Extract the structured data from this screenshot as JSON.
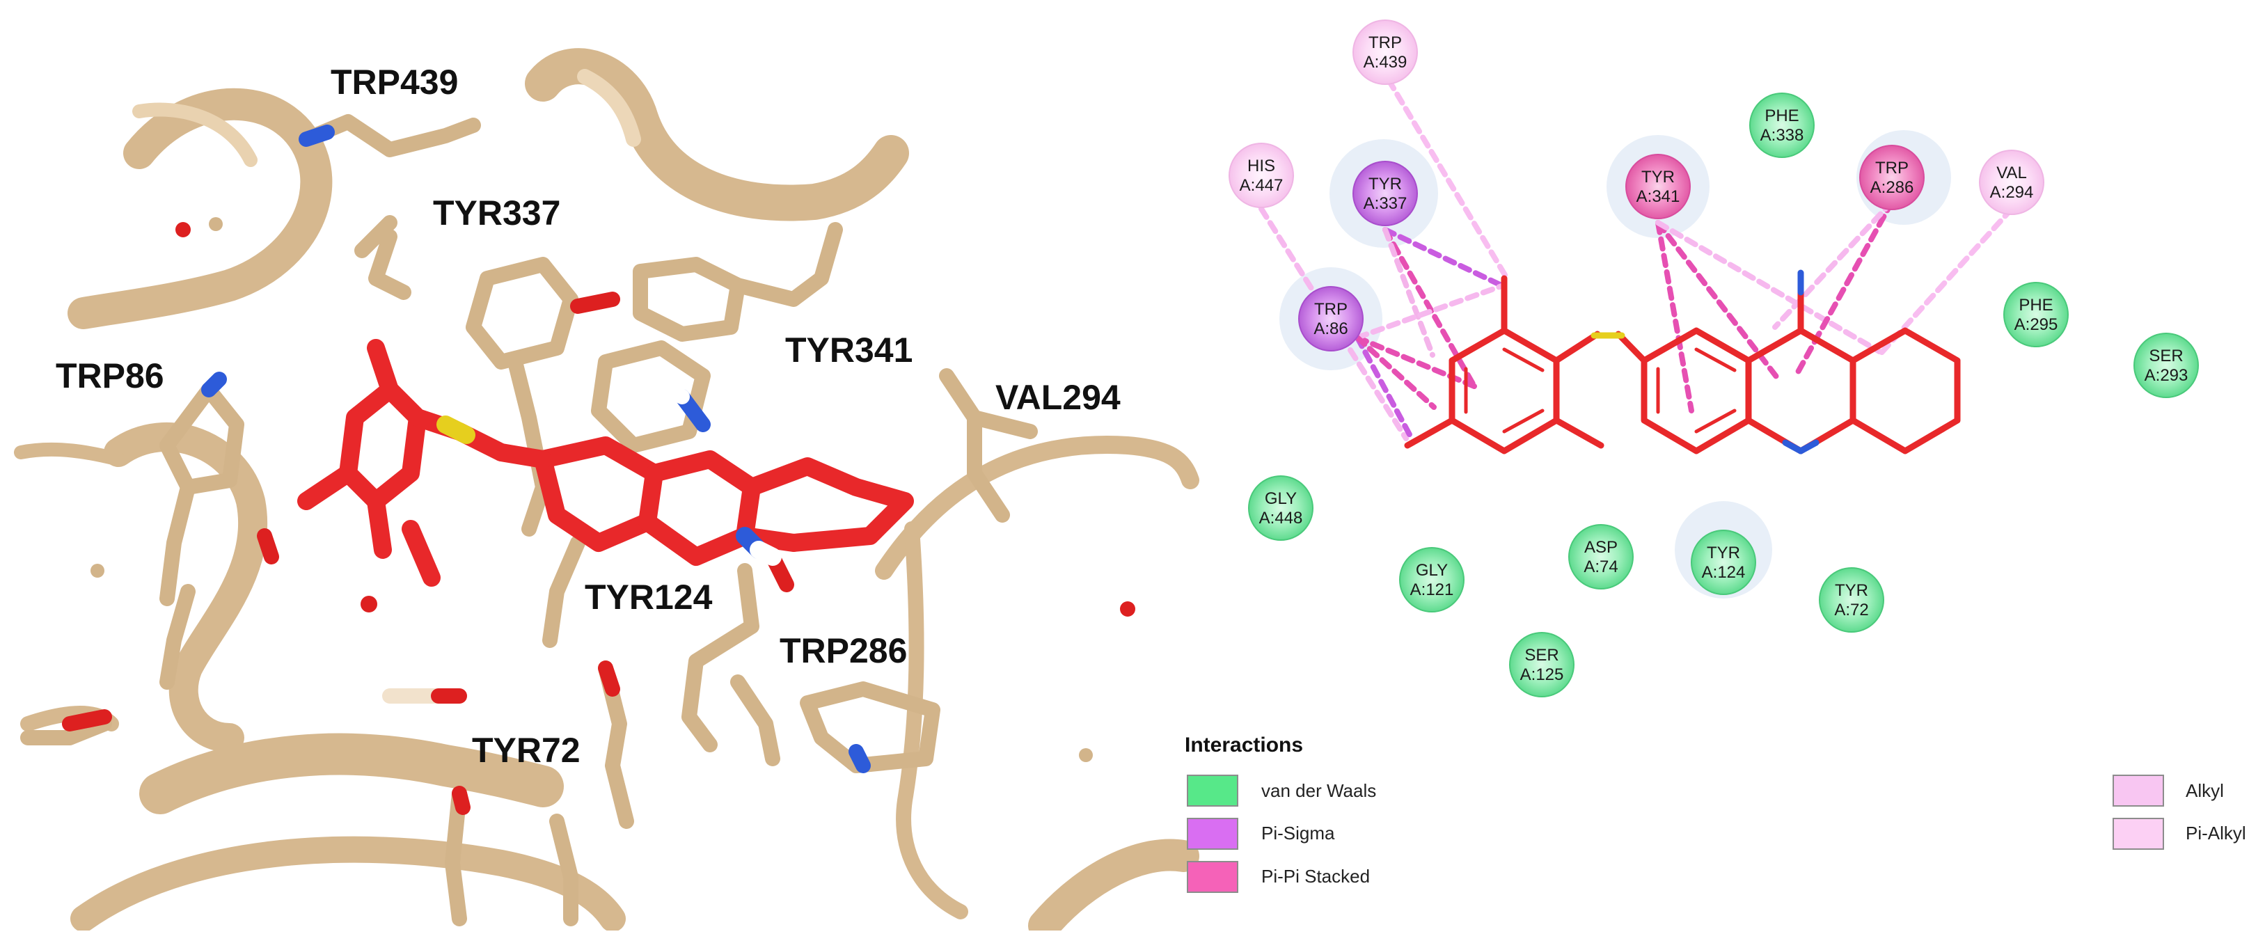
{
  "structure_view": {
    "labels": [
      "TRP439",
      "TYR337",
      "TRP86",
      "TYR341",
      "VAL294",
      "TYR124",
      "TRP286",
      "TYR72"
    ]
  },
  "interaction_diagram": {
    "residues": [
      {
        "name": "TRP",
        "id": "A:439",
        "kind": "pi-alkyl"
      },
      {
        "name": "HIS",
        "id": "A:447",
        "kind": "pi-alkyl"
      },
      {
        "name": "TYR",
        "id": "A:337",
        "kind": "pi-sigma"
      },
      {
        "name": "PHE",
        "id": "A:338",
        "kind": "vdw"
      },
      {
        "name": "TYR",
        "id": "A:341",
        "kind": "pi-pi"
      },
      {
        "name": "TRP",
        "id": "A:286",
        "kind": "pi-pi"
      },
      {
        "name": "VAL",
        "id": "A:294",
        "kind": "pi-alkyl"
      },
      {
        "name": "TRP",
        "id": "A:86",
        "kind": "pi-sigma"
      },
      {
        "name": "PHE",
        "id": "A:295",
        "kind": "vdw"
      },
      {
        "name": "SER",
        "id": "A:293",
        "kind": "vdw"
      },
      {
        "name": "GLY",
        "id": "A:448",
        "kind": "vdw"
      },
      {
        "name": "GLY",
        "id": "A:121",
        "kind": "vdw"
      },
      {
        "name": "ASP",
        "id": "A:74",
        "kind": "vdw"
      },
      {
        "name": "TYR",
        "id": "A:124",
        "kind": "vdw"
      },
      {
        "name": "TYR",
        "id": "A:72",
        "kind": "vdw"
      },
      {
        "name": "SER",
        "id": "A:125",
        "kind": "vdw"
      }
    ]
  },
  "legend": {
    "title": "Interactions",
    "left_items": [
      {
        "label": "van der Waals",
        "color": "#57e889"
      },
      {
        "label": "Pi-Sigma",
        "color": "#d96ef2"
      },
      {
        "label": "Pi-Pi Stacked",
        "color": "#f562b8"
      }
    ],
    "right_items": [
      {
        "label": "Alkyl",
        "color": "#f8c6f2"
      },
      {
        "label": "Pi-Alkyl",
        "color": "#fcd0f4"
      }
    ]
  },
  "colors": {
    "protein": "#d6b88f",
    "ligand": "#e8282a",
    "nitrogen": "#2d5bd9",
    "oxygen": "#dd2020",
    "sulfur": "#e6cf1e",
    "vdw_fill": "#a6f0c0",
    "vdw_core": "#56dd8a",
    "pi_sigma_fill": "#cf7ae6",
    "pi_pi_fill": "#ee6fb4",
    "pi_alkyl_fill": "#fbd2f1",
    "halo": "#e6eef8"
  }
}
